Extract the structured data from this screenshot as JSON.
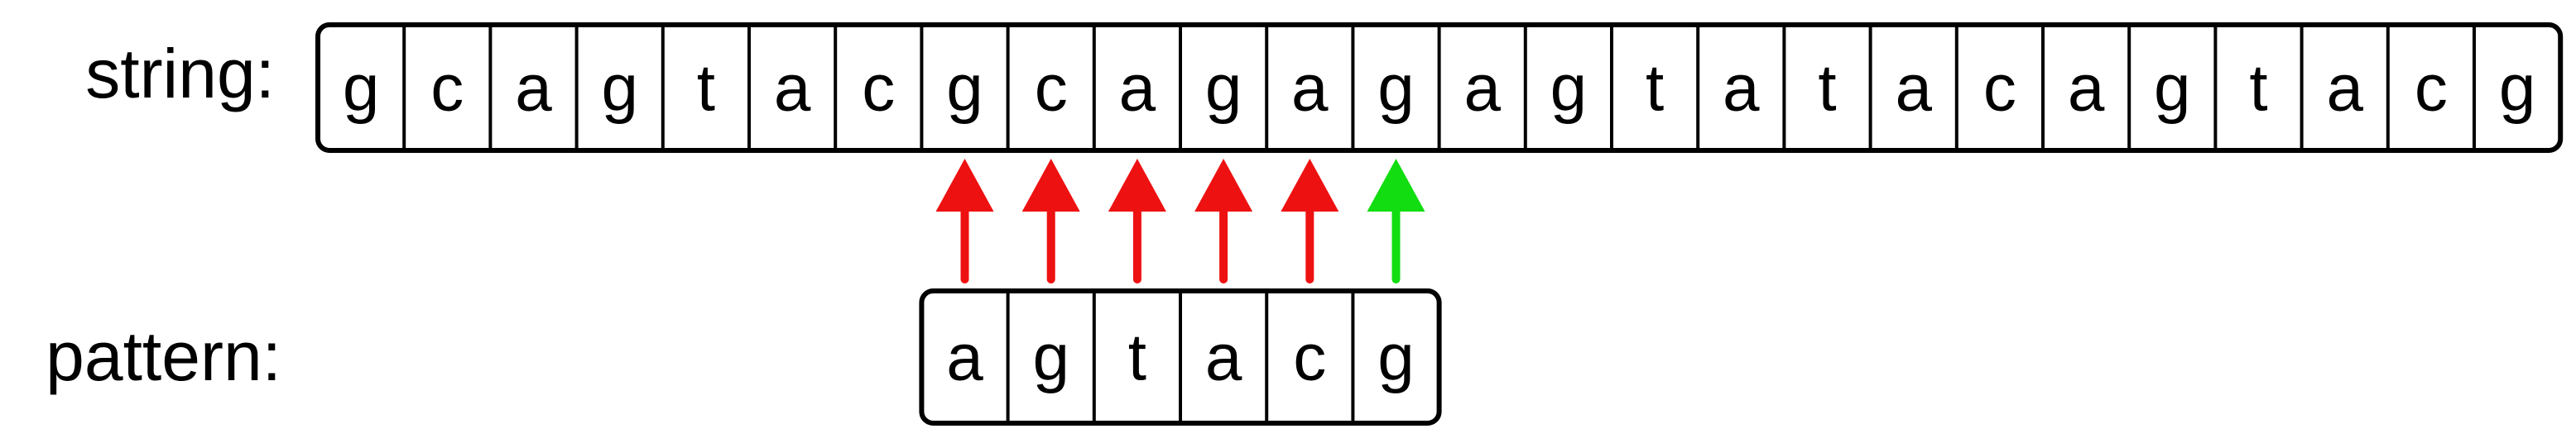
{
  "string_row": {
    "label": "string:",
    "chars": [
      "g",
      "c",
      "a",
      "g",
      "t",
      "a",
      "c",
      "g",
      "c",
      "a",
      "g",
      "a",
      "g",
      "a",
      "g",
      "t",
      "a",
      "t",
      "a",
      "c",
      "a",
      "g",
      "t",
      "a",
      "c",
      "g"
    ]
  },
  "pattern_row": {
    "label": "pattern:",
    "chars": [
      "a",
      "g",
      "t",
      "a",
      "c",
      "g"
    ],
    "offset": 7
  },
  "comparisons": [
    {
      "index": 0,
      "result": "mismatch"
    },
    {
      "index": 1,
      "result": "mismatch"
    },
    {
      "index": 2,
      "result": "mismatch"
    },
    {
      "index": 3,
      "result": "mismatch"
    },
    {
      "index": 4,
      "result": "mismatch"
    },
    {
      "index": 5,
      "result": "match"
    }
  ],
  "colors": {
    "mismatch": "#ee1111",
    "match": "#11dd11",
    "border": "#000000",
    "text": "#000000"
  }
}
